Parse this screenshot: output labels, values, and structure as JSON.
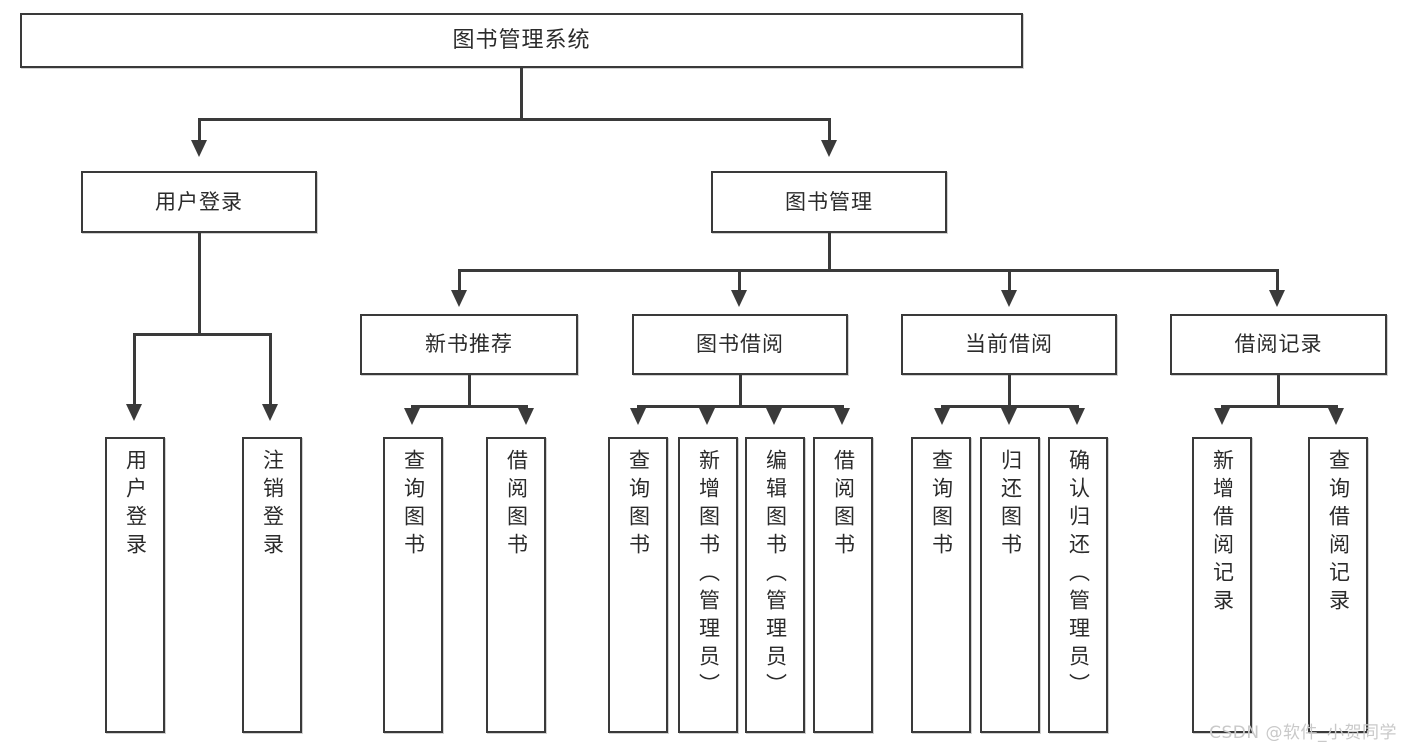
{
  "diagram": {
    "title": "图书管理系统",
    "type": "hierarchy-tree",
    "root": {
      "label": "图书管理系统"
    },
    "level2": [
      {
        "label": "用户登录"
      },
      {
        "label": "图书管理"
      }
    ],
    "level3": [
      {
        "label": "新书推荐"
      },
      {
        "label": "图书借阅"
      },
      {
        "label": "当前借阅"
      },
      {
        "label": "借阅记录"
      }
    ],
    "leaves": {
      "user_login": [
        {
          "label": "用户登录"
        },
        {
          "label": "注销登录"
        }
      ],
      "new_book_recommend": [
        {
          "label": "查询图书"
        },
        {
          "label": "借阅图书"
        }
      ],
      "book_borrow": [
        {
          "label": "查询图书"
        },
        {
          "label": "新增图书（管理员）"
        },
        {
          "label": "编辑图书（管理员）"
        },
        {
          "label": "借阅图书"
        }
      ],
      "current_borrow": [
        {
          "label": "查询图书"
        },
        {
          "label": "归还图书"
        },
        {
          "label": "确认归还（管理员）"
        }
      ],
      "borrow_record": [
        {
          "label": "新增借阅记录"
        },
        {
          "label": "查询借阅记录"
        }
      ]
    }
  },
  "watermark": {
    "text": "CSDN @软件_小贺同学"
  },
  "colors": {
    "stroke": "#3a3a3a",
    "text": "#2b2b2b",
    "background": "#ffffff",
    "watermark": "#c9c9c9"
  }
}
